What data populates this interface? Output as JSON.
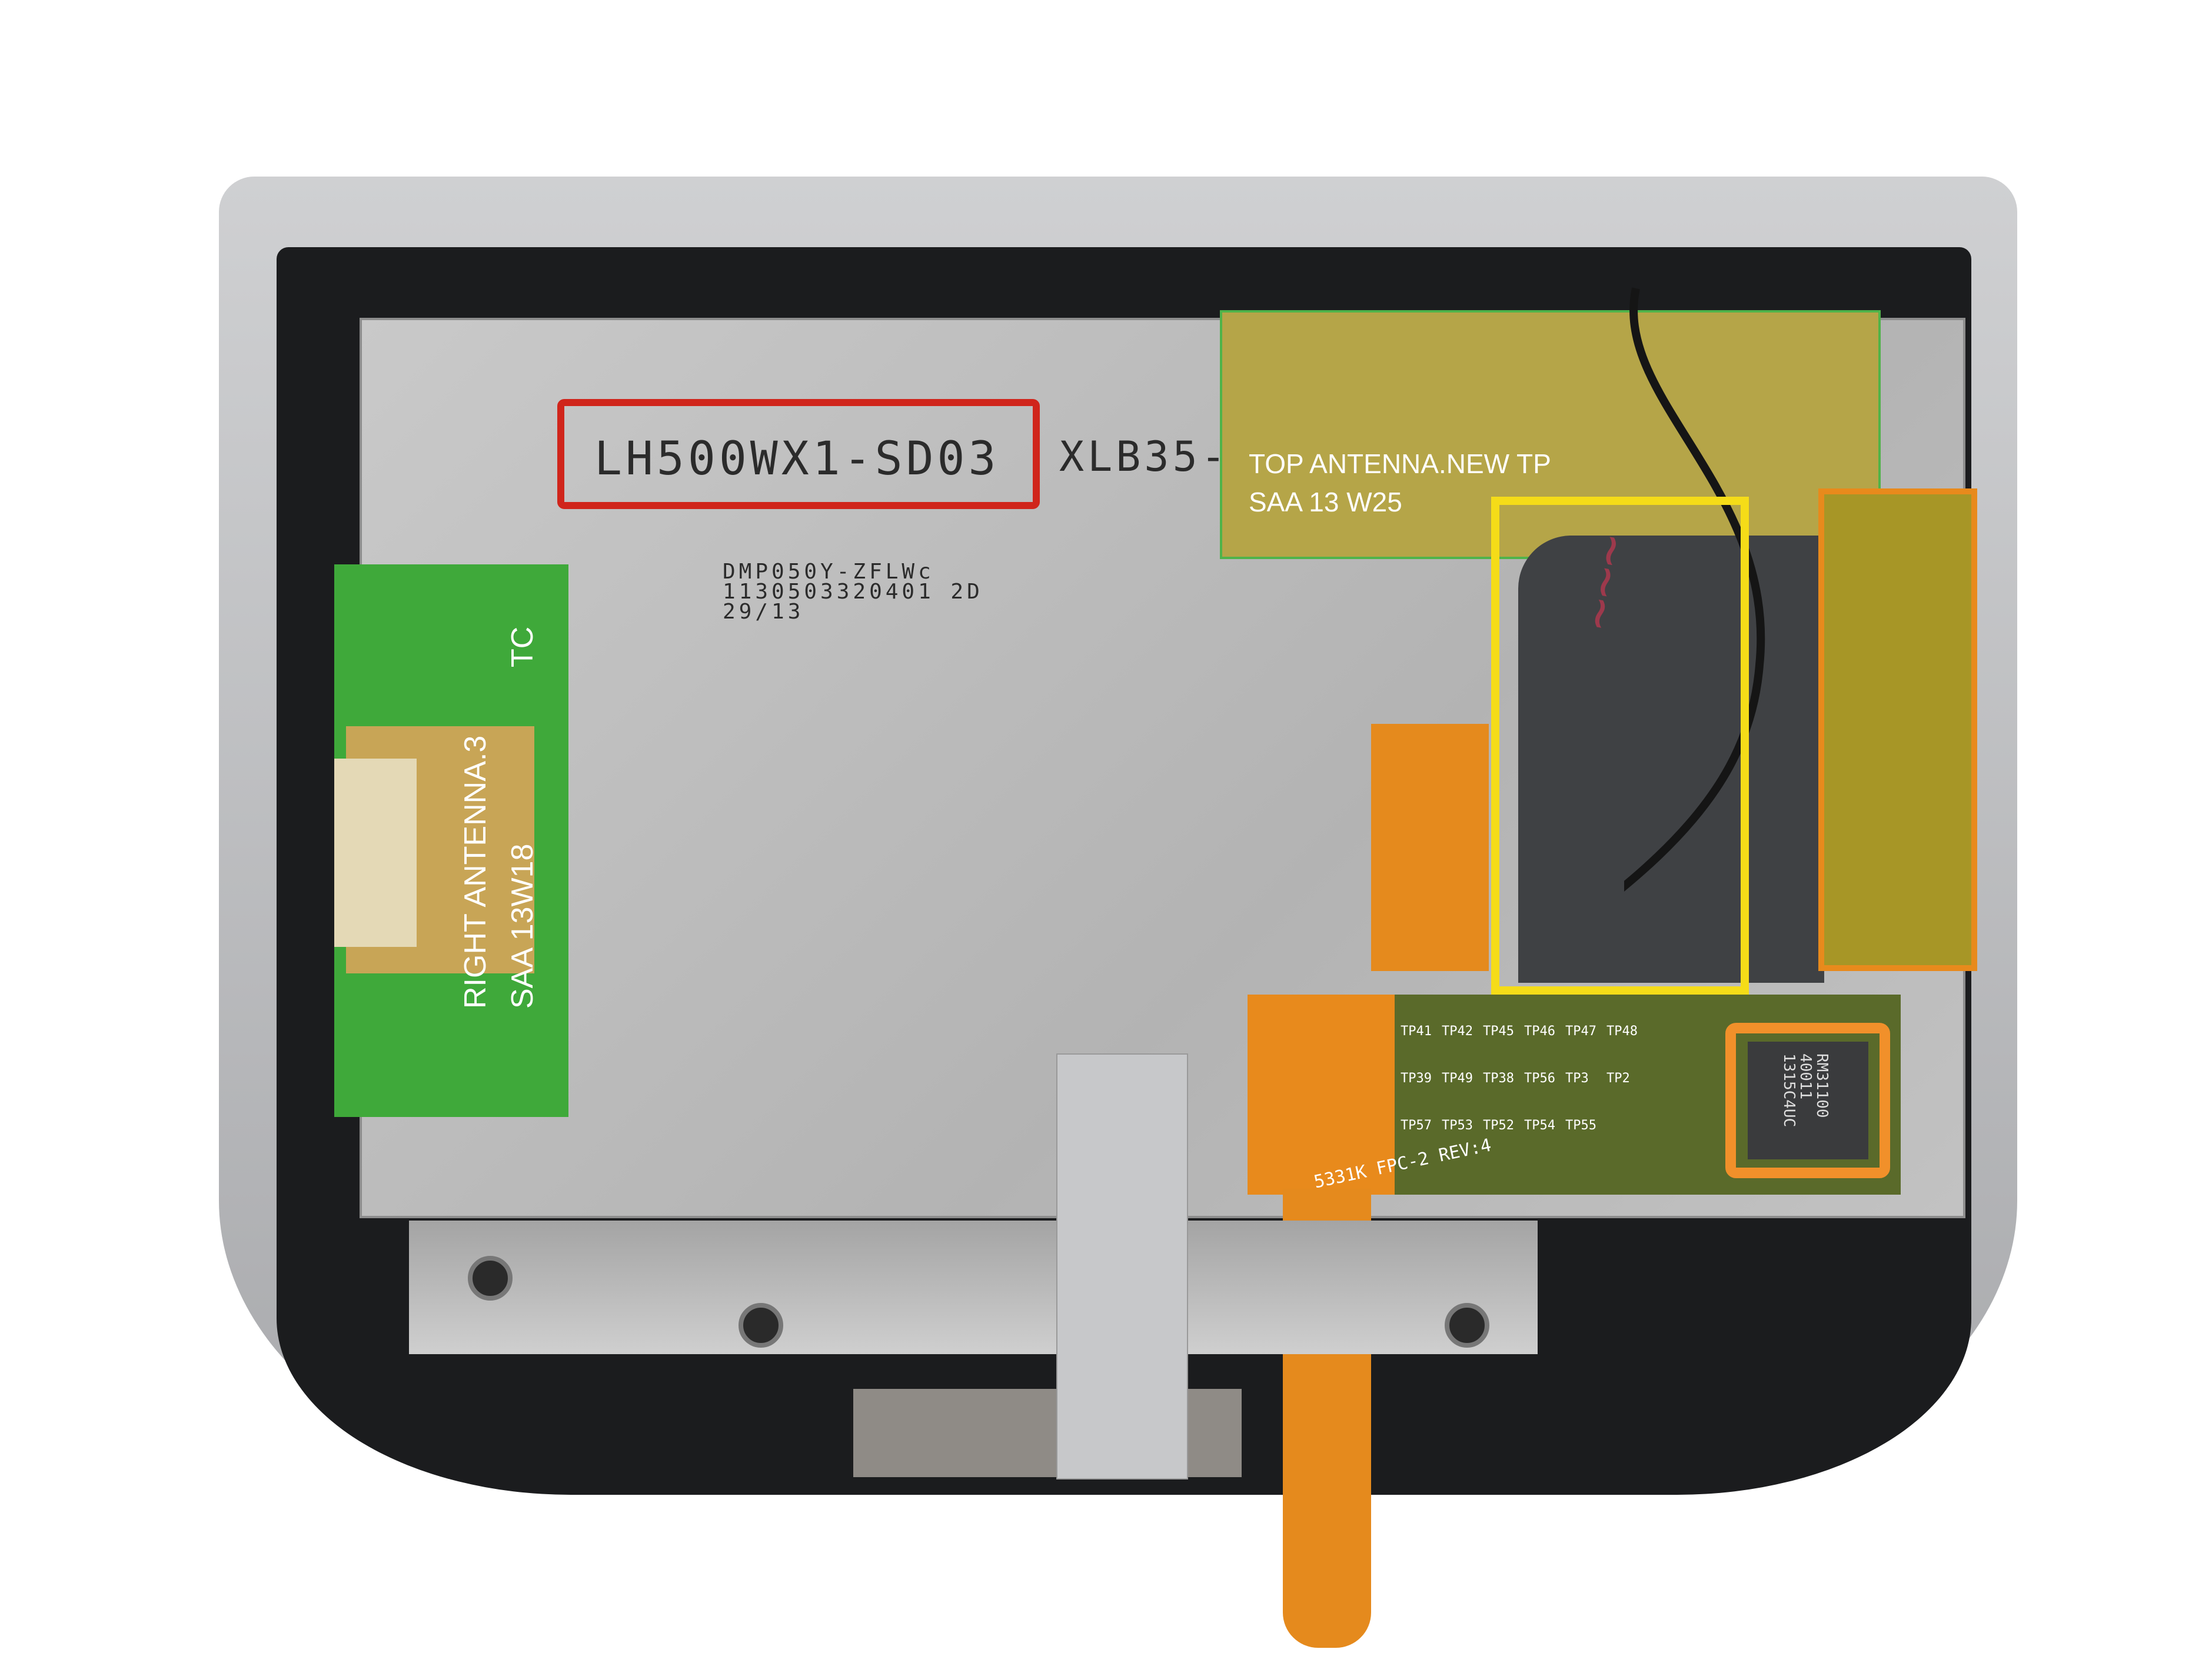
{
  "image": {
    "subject": "display-assembly-teardown",
    "annotation_colors": {
      "red_box": "#d0251b",
      "yellow_box": "#f5dc18",
      "orange_box": "#f1902a"
    }
  },
  "lcd": {
    "model": "LH500WX1-SD03",
    "suffix": "XLB35-",
    "code_line1": "DMP050Y-ZFLWc",
    "code_line2": "1130503320401 2D",
    "code_line3": "29/13"
  },
  "right_antenna": {
    "line1": "RIGHT  ANTENNA.3",
    "line2": "SAA  13W18",
    "tc": "TC"
  },
  "top_antenna": {
    "line1": "TOP  ANTENNA.NEW  TP",
    "line2": "SAA  13 W25"
  },
  "chip": {
    "line1": "RM31100",
    "line2": "40011",
    "line3": "1315C4UC"
  },
  "flex": {
    "label": "5331K FPC-2 REV:4",
    "test_points": [
      "TP41",
      "TP42",
      "TP45",
      "TP46",
      "TP47",
      "TP48",
      "TP39",
      "TP49",
      "TP38",
      "TP56",
      "TP3",
      "TP2",
      "TP57",
      "TP53",
      "TP52",
      "TP54",
      "TP55"
    ]
  }
}
